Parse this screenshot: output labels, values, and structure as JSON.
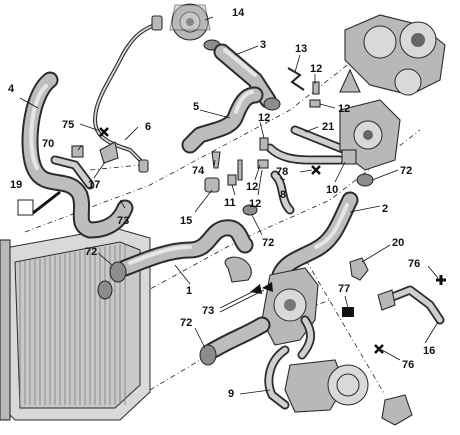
{
  "diagram": {
    "callouts": [
      "14",
      "3",
      "13",
      "4",
      "12",
      "12",
      "5",
      "12",
      "6",
      "75",
      "21",
      "70",
      "74",
      "78",
      "12",
      "10",
      "72",
      "17",
      "19",
      "11",
      "8",
      "73",
      "15",
      "12",
      "2",
      "72",
      "72",
      "20",
      "76",
      "1",
      "77",
      "73",
      "72",
      "16",
      "76",
      "9"
    ],
    "markers": {
      "cross": "cross-marker",
      "square": "square-marker",
      "triangle": "triangle-marker"
    }
  }
}
